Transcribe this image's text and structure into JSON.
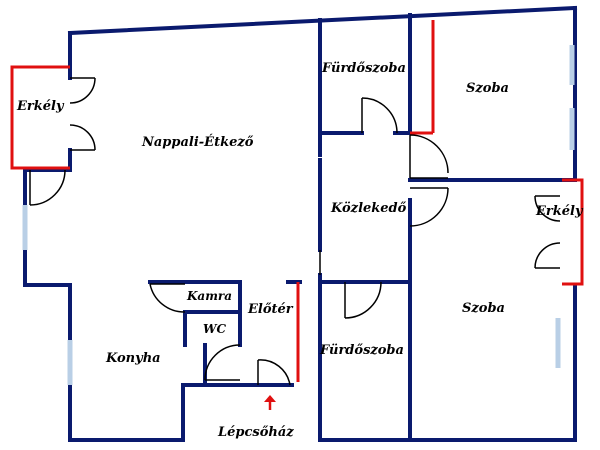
{
  "colors": {
    "wall": "#0a1a6e",
    "balcony": "#e01010",
    "window": "#b9cfe6",
    "door": "#000000",
    "arrow": "#e01010",
    "background": "#ffffff"
  },
  "rooms": {
    "erkely_left": "Erkély",
    "nappali": "Nappali-Étkező",
    "furdo_top": "Fürdőszoba",
    "szoba_top": "Szoba",
    "kozlekedo": "Közlekedő",
    "erkely_right": "Erkély",
    "kamra": "Kamra",
    "eloter": "Előtér",
    "wc": "WC",
    "furdo_bottom": "Fürdőszoba",
    "szoba_bottom": "Szoba",
    "konyha": "Konyha",
    "lepcsohaz": "Lépcsőház"
  },
  "icons": {
    "entrance": "up-arrow-icon"
  }
}
